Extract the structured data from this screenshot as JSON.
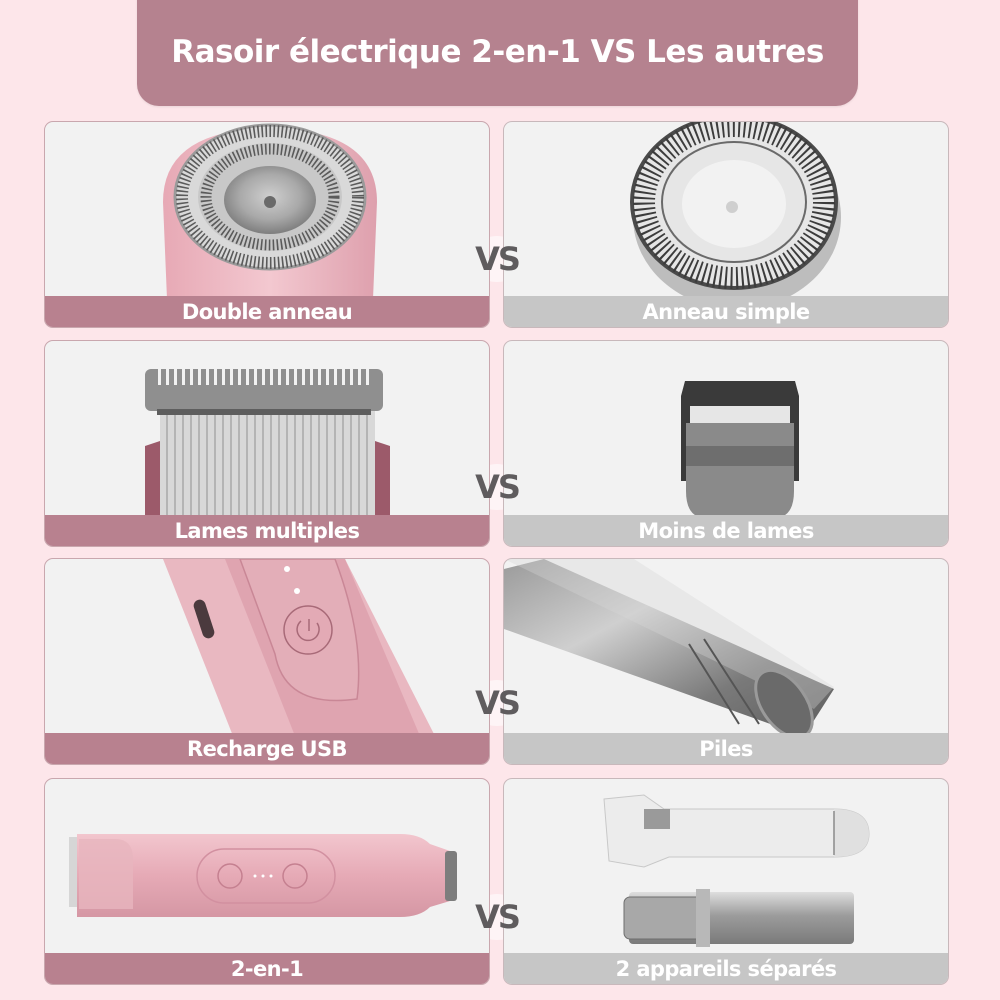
{
  "header": {
    "title": "Rasoir électrique 2-en-1 VS Les autres"
  },
  "colors": {
    "background": "#fde6ea",
    "accent_mauve": "#b8818f",
    "header_mauve": "#b5828f",
    "gray_bar": "#c6c6c6",
    "card_bg": "#f2f2f2",
    "vs_text": "#5f5c5e",
    "product_pink": "#e8b3bd"
  },
  "vs_label": "VS",
  "comparisons": [
    {
      "left": {
        "label": "Double anneau",
        "image": "double-ring-shaver-head-pink"
      },
      "right": {
        "label": "Anneau simple",
        "image": "single-ring-shaver-head-silver"
      }
    },
    {
      "left": {
        "label": "Lames multiples",
        "image": "multi-blade-trimmer-head"
      },
      "right": {
        "label": "Moins de lames",
        "image": "fewer-blade-trimmer-head"
      }
    },
    {
      "left": {
        "label": "Recharge USB",
        "image": "pink-shaver-usb-port"
      },
      "right": {
        "label": "Piles",
        "image": "battery-powered-silver-shaver"
      }
    },
    {
      "left": {
        "label": "2-en-1",
        "image": "pink-2-in-1-shaver"
      },
      "right": {
        "label": "2 appareils séparés",
        "image": "two-separate-devices"
      }
    }
  ]
}
